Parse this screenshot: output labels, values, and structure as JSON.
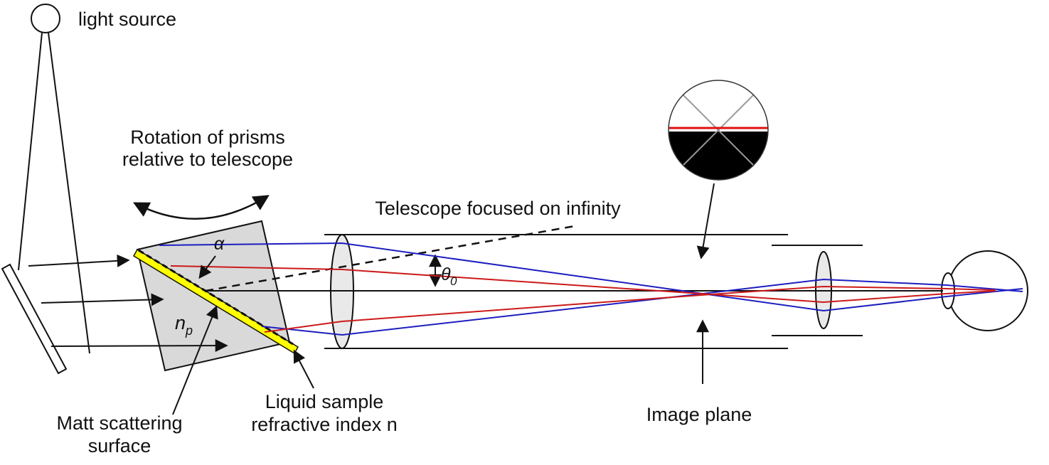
{
  "figure": {
    "labels": {
      "light_source": "light source",
      "rotation_line1": "Rotation of prisms",
      "rotation_line2": "relative to telescope",
      "telescope_focus": "Telescope focused on infinity",
      "alpha": "α",
      "theta": "θ",
      "theta_sub": "0",
      "prism_index": "n",
      "prism_index_sub": "p",
      "matt_line1": "Matt scattering",
      "matt_line2": "surface",
      "liquid_line1": "Liquid sample",
      "liquid_line2": "refractive index n",
      "image_plane": "Image plane"
    },
    "colors": {
      "ray_blue": "#1d1dc0",
      "ray_red": "#cc1a1a",
      "sample_yellow": "#ffff00",
      "prism_fill": "#d9d9d9",
      "lens_fill": "#e9e9e9",
      "inset_cross_gray": "#999999",
      "inset_field_black": "#000000",
      "inset_boundary_red": "#e01010",
      "line_black": "#111111"
    }
  }
}
